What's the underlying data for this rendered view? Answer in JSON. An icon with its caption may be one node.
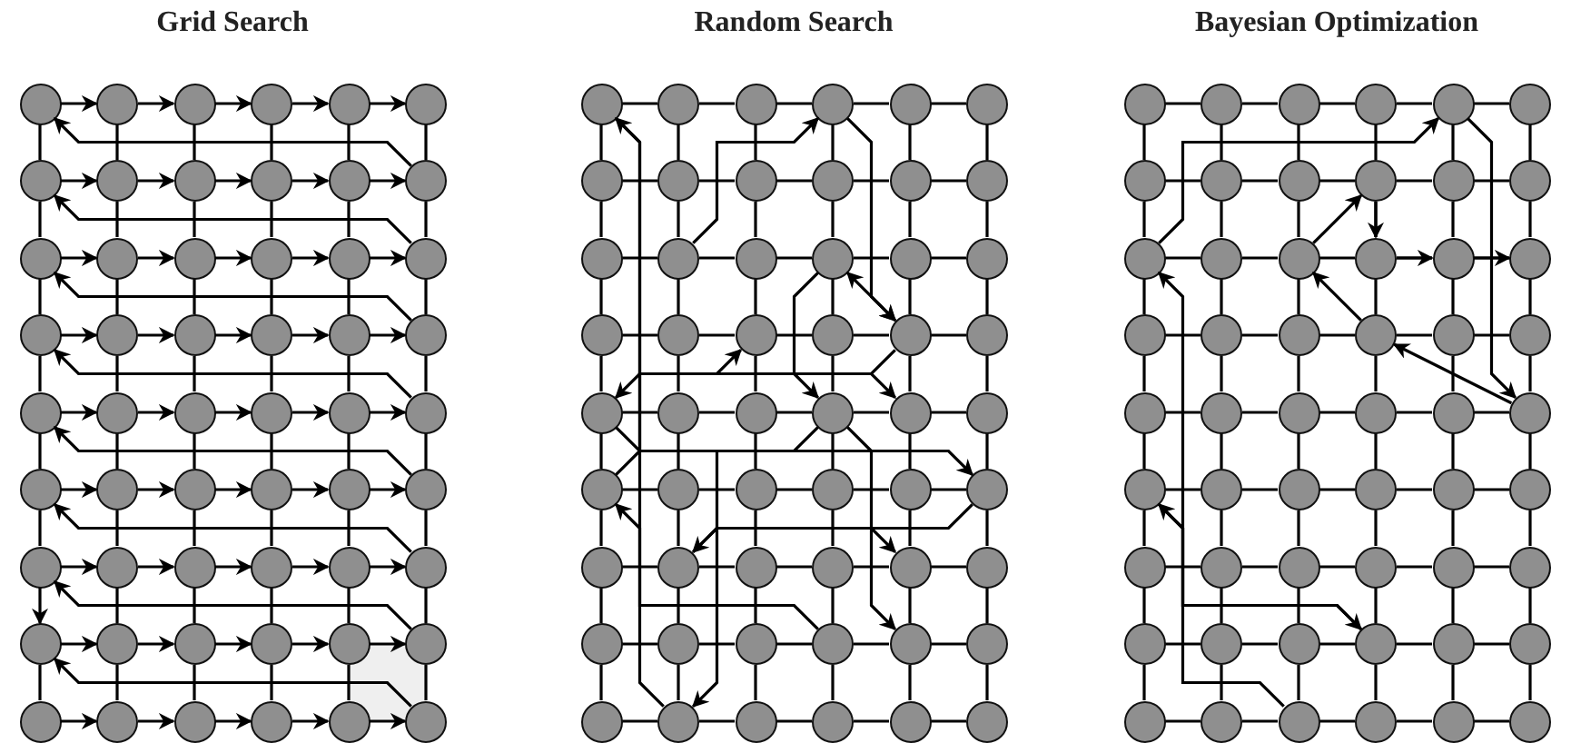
{
  "diagram": {
    "nodes": [
      {
        "text": [],
        "shape": "circle"
      },
      {
        "text": [],
        "shape": "circle"
      },
      {
        "text": [],
        "shape": "circle"
      },
      {
        "text": [],
        "shape": "circle"
      },
      {
        "text": [],
        "shape": "circle"
      },
      {
        "text": [],
        "shape": "circle"
      },
      {
        "text": [],
        "shape": "circle"
      },
      {
        "text": [],
        "shape": "circle"
      },
      {
        "text": [],
        "shape": "circle"
      },
      {
        "text": [],
        "shape": "circle"
      },
      {
        "text": [],
        "shape": "circle"
      },
      {
        "text": [],
        "shape": "circle"
      },
      {
        "text": [],
        "shape": "circle"
      },
      {
        "text": [],
        "shape": "circle"
      },
      {
        "text": [],
        "shape": "circle"
      },
      {
        "text": [],
        "shape": "circle"
      },
      {
        "text": [],
        "shape": "circle"
      },
      {
        "text": [],
        "shape": "circle"
      },
      {
        "text": [],
        "shape": "circle"
      },
      {
        "text": [],
        "shape": "circle"
      },
      {
        "text": [],
        "shape": "circle"
      },
      {
        "text": [],
        "shape": "circle"
      },
      {
        "text": [],
        "shape": "circle"
      },
      {
        "text": [],
        "shape": "circle"
      },
      {
        "text": [],
        "shape": "circle"
      },
      {
        "text": [],
        "shape": "circle"
      },
      {
        "text": [],
        "shape": "circle"
      },
      {
        "text": [],
        "shape": "circle"
      },
      {
        "text": [],
        "shape": "circle"
      },
      {
        "text": [],
        "shape": "circle"
      },
      {
        "text": [],
        "shape": "circle"
      },
      {
        "text": [],
        "shape": "circle"
      },
      {
        "text": [],
        "shape": "circle"
      },
      {
        "text": [],
        "shape": "circle"
      },
      {
        "text": [],
        "shape": "circle"
      },
      {
        "text": [],
        "shape": "circle"
      },
      {
        "text": [],
        "shape": "circle"
      },
      {
        "text": [],
        "shape": "circle"
      },
      {
        "text": [],
        "shape": "circle"
      },
      {
        "text": [],
        "shape": "circle"
      },
      {
        "text": [],
        "shape": "circle"
      },
      {
        "text": [],
        "shape": "circle"
      },
      {
        "text": [],
        "shape": "circle"
      },
      {
        "text": [],
        "shape": "circle"
      },
      {
        "text": [],
        "shape": "circle"
      },
      {
        "text": [],
        "shape": "circle"
      },
      {
        "text": [],
        "shape": "circle"
      },
      {
        "text": [],
        "shape": "circle"
      },
      {
        "text": [],
        "shape": "circle"
      },
      {
        "text": [],
        "shape": "circle"
      },
      {
        "text": [],
        "shape": "circle"
      },
      {
        "text": [],
        "shape": "circle"
      },
      {
        "text": [],
        "shape": "circle"
      },
      {
        "text": [],
        "shape": "circle"
      },
      {
        "text": [],
        "shape": "circle"
      },
      {
        "text": [],
        "shape": "circle"
      },
      {
        "text": [],
        "shape": "circle"
      },
      {
        "text": [],
        "shape": "circle"
      },
      {
        "text": [],
        "shape": "circle"
      },
      {
        "text": [],
        "shape": "circle"
      },
      {
        "text": [],
        "shape": "circle"
      },
      {
        "text": [],
        "shape": "circle"
      },
      {
        "text": [],
        "shape": "circle"
      },
      {
        "text": [],
        "shape": "circle"
      },
      {
        "text": [],
        "shape": "circle"
      },
      {
        "text": [],
        "shape": "circle"
      },
      {
        "text": [],
        "shape": "circle"
      },
      {
        "text": [],
        "shape": "circle"
      },
      {
        "text": [],
        "shape": "circle"
      },
      {
        "text": [],
        "shape": "circle"
      },
      {
        "text": [],
        "shape": "circle"
      },
      {
        "text": [],
        "shape": "circle"
      },
      {
        "text": [],
        "shape": "circle"
      },
      {
        "text": [],
        "shape": "circle"
      },
      {
        "text": [],
        "shape": "circle"
      },
      {
        "text": [],
        "shape": "circle"
      },
      {
        "text": [],
        "shape": "circle"
      },
      {
        "text": [],
        "shape": "circle"
      },
      {
        "text": [],
        "shape": "circle"
      },
      {
        "text": [],
        "shape": "circle"
      },
      {
        "text": [],
        "shape": "circle"
      },
      {
        "text": [],
        "shape": "circle"
      },
      {
        "text": [],
        "shape": "circle"
      },
      {
        "text": [],
        "shape": "circle"
      },
      {
        "text": [],
        "shape": "circle"
      },
      {
        "text": [],
        "shape": "circle"
      },
      {
        "text": [],
        "shape": "circle"
      },
      {
        "text": [],
        "shape": "circle"
      },
      {
        "text": [],
        "shape": "circle"
      },
      {
        "text": [],
        "shape": "circle"
      },
      {
        "text": [],
        "shape": "circle"
      },
      {
        "text": [],
        "shape": "circle"
      },
      {
        "text": [],
        "shape": "circle"
      },
      {
        "text": [],
        "shape": "circle"
      },
      {
        "text": [],
        "shape": "circle"
      },
      {
        "text": [],
        "shape": "circle"
      },
      {
        "text": [],
        "shape": "circle"
      },
      {
        "text": [],
        "shape": "circle"
      },
      {
        "text": [],
        "shape": "circle"
      },
      {
        "text": [],
        "shape": "circle"
      },
      {
        "text": [],
        "shape": "circle"
      },
      {
        "text": [],
        "shape": "circle"
      },
      {
        "text": [],
        "shape": "circle"
      },
      {
        "text": [],
        "shape": "circle"
      },
      {
        "text": [],
        "shape": "circle"
      },
      {
        "text": [],
        "shape": "circle"
      },
      {
        "text": [],
        "shape": "circle"
      },
      {
        "text": [],
        "shape": "circle"
      },
      {
        "text": [],
        "shape": "circle"
      },
      {
        "text": [],
        "shape": "circle"
      },
      {
        "text": [],
        "shape": "circle"
      },
      {
        "text": [],
        "shape": "circle"
      },
      {
        "text": [],
        "shape": "circle"
      },
      {
        "text": [],
        "shape": "circle"
      },
      {
        "text": [],
        "shape": "circle"
      },
      {
        "text": [],
        "shape": "circle"
      },
      {
        "text": [],
        "shape": "circle"
      },
      {
        "text": [],
        "shape": "circle"
      },
      {
        "text": [],
        "shape": "circle"
      },
      {
        "text": [],
        "shape": "circle"
      },
      {
        "text": [],
        "shape": "circle"
      },
      {
        "text": [],
        "shape": "circle"
      },
      {
        "text": [],
        "shape": "circle"
      },
      {
        "text": [],
        "shape": "circle"
      },
      {
        "text": [],
        "shape": "circle"
      },
      {
        "text": [],
        "shape": "circle"
      },
      {
        "text": [],
        "shape": "circle"
      },
      {
        "text": [],
        "shape": "circle"
      },
      {
        "text": [],
        "shape": "circle"
      },
      {
        "text": [],
        "shape": "circle"
      },
      {
        "text": [],
        "shape": "circle"
      },
      {
        "text": [],
        "shape": "circle"
      },
      {
        "text": [],
        "shape": "circle"
      },
      {
        "text": [],
        "shape": "circle"
      },
      {
        "text": [],
        "shape": "circle"
      },
      {
        "text": [],
        "shape": "circle"
      },
      {
        "text": [],
        "shape": "circle"
      },
      {
        "text": [],
        "shape": "circle"
      },
      {
        "text": [],
        "shape": "circle"
      },
      {
        "text": [],
        "shape": "circle"
      },
      {
        "text": [],
        "shape": "circle"
      },
      {
        "text": [],
        "shape": "circle"
      },
      {
        "text": [],
        "shape": "circle"
      },
      {
        "text": [],
        "shape": "circle"
      },
      {
        "text": [],
        "shape": "circle"
      },
      {
        "text": [],
        "shape": "circle"
      },
      {
        "text": [],
        "shape": "circle"
      },
      {
        "text": [],
        "shape": "circle"
      },
      {
        "text": [],
        "shape": "circle"
      },
      {
        "text": [],
        "shape": "circle"
      },
      {
        "text": [],
        "shape": "circle"
      },
      {
        "text": [],
        "shape": "circle"
      },
      {
        "text": [],
        "shape": "circle"
      },
      {
        "text": [],
        "shape": "circle"
      },
      {
        "text": [],
        "shape": "circle"
      },
      {
        "text": [],
        "shape": "circle"
      },
      {
        "text": [],
        "shape": "circle"
      },
      {
        "text": [],
        "shape": "circle"
      },
      {
        "text": [],
        "shape": "circle"
      },
      {
        "text": [],
        "shape": "circle"
      },
      {
        "text": [],
        "shape": "circle"
      },
      {
        "text": [],
        "shape": "circle"
      }
    ],
    "edges": [
      {
        "from": 0,
        "to": 1,
        "arrow": "to"
      },
      {
        "from": 1,
        "to": 2,
        "arrow": "to"
      },
      {
        "from": 2,
        "to": 3,
        "arrow": "to"
      },
      {
        "from": 3,
        "to": 4,
        "arrow": "to"
      },
      {
        "from": 4,
        "to": 5,
        "arrow": "to"
      },
      {
        "from": 6,
        "to": 7,
        "arrow": "to"
      },
      {
        "from": 7,
        "to": 8,
        "arrow": "to"
      },
      {
        "from": 8,
        "to": 9,
        "arrow": "to"
      },
      {
        "from": 9,
        "to": 10,
        "arrow": "to"
      },
      {
        "from": 10,
        "to": 11,
        "arrow": "to"
      },
      {
        "from": 12,
        "to": 13,
        "arrow": "to"
      },
      {
        "from": 13,
        "to": 14,
        "arrow": "to"
      },
      {
        "from": 14,
        "to": 15,
        "arrow": "to"
      },
      {
        "from": 15,
        "to": 16,
        "arrow": "to"
      },
      {
        "from": 16,
        "to": 17,
        "arrow": "to"
      },
      {
        "from": 18,
        "to": 19,
        "arrow": "to"
      },
      {
        "from": 19,
        "to": 20,
        "arrow": "to"
      },
      {
        "from": 20,
        "to": 21,
        "arrow": "to"
      },
      {
        "from": 21,
        "to": 22,
        "arrow": "to"
      },
      {
        "from": 22,
        "to": 23,
        "arrow": "to"
      },
      {
        "from": 24,
        "to": 25,
        "arrow": "to"
      },
      {
        "from": 25,
        "to": 26,
        "arrow": "to"
      },
      {
        "from": 26,
        "to": 27,
        "arrow": "to"
      },
      {
        "from": 27,
        "to": 28,
        "arrow": "to"
      },
      {
        "from": 28,
        "to": 29,
        "arrow": "to"
      },
      {
        "from": 30,
        "to": 31,
        "arrow": "to"
      },
      {
        "from": 31,
        "to": 32,
        "arrow": "to"
      },
      {
        "from": 32,
        "to": 33,
        "arrow": "to"
      },
      {
        "from": 33,
        "to": 34,
        "arrow": "to"
      },
      {
        "from": 34,
        "to": 35,
        "arrow": "to"
      },
      {
        "from": 36,
        "to": 37,
        "arrow": "to"
      },
      {
        "from": 37,
        "to": 38,
        "arrow": "to"
      },
      {
        "from": 38,
        "to": 39,
        "arrow": "to"
      },
      {
        "from": 39,
        "to": 40,
        "arrow": "to"
      },
      {
        "from": 40,
        "to": 41,
        "arrow": "to"
      },
      {
        "from": 42,
        "to": 43,
        "arrow": "to"
      },
      {
        "from": 43,
        "to": 44,
        "arrow": "to"
      },
      {
        "from": 44,
        "to": 45,
        "arrow": "to"
      },
      {
        "from": 45,
        "to": 46,
        "arrow": "to"
      },
      {
        "from": 46,
        "to": 47,
        "arrow": "to"
      },
      {
        "from": 48,
        "to": 49,
        "arrow": "to"
      },
      {
        "from": 49,
        "to": 50,
        "arrow": "to"
      },
      {
        "from": 50,
        "to": 51,
        "arrow": "to"
      },
      {
        "from": 51,
        "to": 52,
        "arrow": "to"
      },
      {
        "from": 52,
        "to": 53,
        "arrow": "to"
      },
      {
        "from": 11,
        "to": 0,
        "arrow": "to"
      },
      {
        "from": 17,
        "to": 6,
        "arrow": "to"
      },
      {
        "from": 23,
        "to": 12,
        "arrow": "to"
      },
      {
        "from": 29,
        "to": 18,
        "arrow": "to"
      },
      {
        "from": 35,
        "to": 24,
        "arrow": "to"
      },
      {
        "from": 41,
        "to": 30,
        "arrow": "to"
      },
      {
        "from": 47,
        "to": 36,
        "arrow": "to"
      },
      {
        "from": 53,
        "to": 42,
        "arrow": "to"
      },
      {
        "from": 36,
        "to": 42,
        "arrow": "to"
      },
      {
        "from": 0,
        "to": 6,
        "arrow": "none"
      },
      {
        "from": 1,
        "to": 7,
        "arrow": "none"
      },
      {
        "from": 2,
        "to": 8,
        "arrow": "none"
      },
      {
        "from": 3,
        "to": 9,
        "arrow": "none"
      },
      {
        "from": 4,
        "to": 10,
        "arrow": "none"
      },
      {
        "from": 5,
        "to": 11,
        "arrow": "none"
      },
      {
        "from": 6,
        "to": 12,
        "arrow": "none"
      },
      {
        "from": 7,
        "to": 13,
        "arrow": "none"
      },
      {
        "from": 8,
        "to": 14,
        "arrow": "none"
      },
      {
        "from": 9,
        "to": 15,
        "arrow": "none"
      },
      {
        "from": 10,
        "to": 16,
        "arrow": "none"
      },
      {
        "from": 11,
        "to": 17,
        "arrow": "none"
      },
      {
        "from": 12,
        "to": 18,
        "arrow": "none"
      },
      {
        "from": 13,
        "to": 19,
        "arrow": "none"
      },
      {
        "from": 14,
        "to": 20,
        "arrow": "none"
      },
      {
        "from": 15,
        "to": 21,
        "arrow": "none"
      },
      {
        "from": 16,
        "to": 22,
        "arrow": "none"
      },
      {
        "from": 17,
        "to": 23,
        "arrow": "none"
      },
      {
        "from": 18,
        "to": 24,
        "arrow": "none"
      },
      {
        "from": 19,
        "to": 25,
        "arrow": "none"
      },
      {
        "from": 20,
        "to": 26,
        "arrow": "none"
      },
      {
        "from": 21,
        "to": 27,
        "arrow": "none"
      },
      {
        "from": 22,
        "to": 28,
        "arrow": "none"
      },
      {
        "from": 23,
        "to": 29,
        "arrow": "none"
      },
      {
        "from": 24,
        "to": 30,
        "arrow": "none"
      },
      {
        "from": 25,
        "to": 31,
        "arrow": "none"
      },
      {
        "from": 26,
        "to": 32,
        "arrow": "none"
      },
      {
        "from": 27,
        "to": 33,
        "arrow": "none"
      },
      {
        "from": 28,
        "to": 34,
        "arrow": "none"
      },
      {
        "from": 29,
        "to": 35,
        "arrow": "none"
      },
      {
        "from": 30,
        "to": 36,
        "arrow": "none"
      },
      {
        "from": 31,
        "to": 37,
        "arrow": "none"
      },
      {
        "from": 32,
        "to": 38,
        "arrow": "none"
      },
      {
        "from": 33,
        "to": 39,
        "arrow": "none"
      },
      {
        "from": 34,
        "to": 40,
        "arrow": "none"
      },
      {
        "from": 35,
        "to": 41,
        "arrow": "none"
      },
      {
        "from": 37,
        "to": 43,
        "arrow": "none"
      },
      {
        "from": 38,
        "to": 44,
        "arrow": "none"
      },
      {
        "from": 39,
        "to": 45,
        "arrow": "none"
      },
      {
        "from": 40,
        "to": 46,
        "arrow": "none"
      },
      {
        "from": 41,
        "to": 47,
        "arrow": "none"
      },
      {
        "from": 42,
        "to": 48,
        "arrow": "none"
      },
      {
        "from": 43,
        "to": 49,
        "arrow": "none"
      },
      {
        "from": 44,
        "to": 50,
        "arrow": "none"
      },
      {
        "from": 45,
        "to": 51,
        "arrow": "none"
      },
      {
        "from": 46,
        "to": 52,
        "arrow": "none"
      },
      {
        "from": 47,
        "to": 53,
        "arrow": "none"
      },
      {
        "from": 54,
        "to": 55,
        "arrow": "none"
      },
      {
        "from": 55,
        "to": 56,
        "arrow": "none"
      },
      {
        "from": 56,
        "to": 57,
        "arrow": "none"
      },
      {
        "from": 57,
        "to": 58,
        "arrow": "none"
      },
      {
        "from": 58,
        "to": 59,
        "arrow": "none"
      },
      {
        "from": 60,
        "to": 61,
        "arrow": "none"
      },
      {
        "from": 61,
        "to": 62,
        "arrow": "none"
      },
      {
        "from": 62,
        "to": 63,
        "arrow": "none"
      },
      {
        "from": 63,
        "to": 64,
        "arrow": "none"
      },
      {
        "from": 64,
        "to": 65,
        "arrow": "none"
      },
      {
        "from": 66,
        "to": 67,
        "arrow": "none"
      },
      {
        "from": 67,
        "to": 68,
        "arrow": "none"
      },
      {
        "from": 68,
        "to": 69,
        "arrow": "none"
      },
      {
        "from": 69,
        "to": 70,
        "arrow": "none"
      },
      {
        "from": 70,
        "to": 71,
        "arrow": "none"
      },
      {
        "from": 72,
        "to": 73,
        "arrow": "none"
      },
      {
        "from": 73,
        "to": 74,
        "arrow": "none"
      },
      {
        "from": 74,
        "to": 75,
        "arrow": "none"
      },
      {
        "from": 75,
        "to": 76,
        "arrow": "none"
      },
      {
        "from": 76,
        "to": 77,
        "arrow": "none"
      },
      {
        "from": 78,
        "to": 79,
        "arrow": "none"
      },
      {
        "from": 79,
        "to": 80,
        "arrow": "none"
      },
      {
        "from": 80,
        "to": 81,
        "arrow": "none"
      },
      {
        "from": 81,
        "to": 82,
        "arrow": "none"
      },
      {
        "from": 82,
        "to": 83,
        "arrow": "none"
      },
      {
        "from": 84,
        "to": 85,
        "arrow": "none"
      },
      {
        "from": 85,
        "to": 86,
        "arrow": "none"
      },
      {
        "from": 86,
        "to": 87,
        "arrow": "none"
      },
      {
        "from": 87,
        "to": 88,
        "arrow": "none"
      },
      {
        "from": 88,
        "to": 89,
        "arrow": "none"
      },
      {
        "from": 90,
        "to": 91,
        "arrow": "none"
      },
      {
        "from": 91,
        "to": 92,
        "arrow": "none"
      },
      {
        "from": 92,
        "to": 93,
        "arrow": "none"
      },
      {
        "from": 93,
        "to": 94,
        "arrow": "none"
      },
      {
        "from": 94,
        "to": 95,
        "arrow": "none"
      },
      {
        "from": 96,
        "to": 97,
        "arrow": "none"
      },
      {
        "from": 97,
        "to": 98,
        "arrow": "none"
      },
      {
        "from": 98,
        "to": 99,
        "arrow": "none"
      },
      {
        "from": 99,
        "to": 100,
        "arrow": "none"
      },
      {
        "from": 100,
        "to": 101,
        "arrow": "none"
      },
      {
        "from": 102,
        "to": 103,
        "arrow": "none"
      },
      {
        "from": 103,
        "to": 104,
        "arrow": "none"
      },
      {
        "from": 104,
        "to": 105,
        "arrow": "none"
      },
      {
        "from": 105,
        "to": 106,
        "arrow": "none"
      },
      {
        "from": 106,
        "to": 107,
        "arrow": "none"
      },
      {
        "from": 54,
        "to": 60,
        "arrow": "none"
      },
      {
        "from": 55,
        "to": 61,
        "arrow": "none"
      },
      {
        "from": 56,
        "to": 62,
        "arrow": "none"
      },
      {
        "from": 57,
        "to": 63,
        "arrow": "none"
      },
      {
        "from": 58,
        "to": 64,
        "arrow": "none"
      },
      {
        "from": 59,
        "to": 65,
        "arrow": "none"
      },
      {
        "from": 60,
        "to": 66,
        "arrow": "none"
      },
      {
        "from": 61,
        "to": 67,
        "arrow": "none"
      },
      {
        "from": 62,
        "to": 68,
        "arrow": "none"
      },
      {
        "from": 63,
        "to": 69,
        "arrow": "none"
      },
      {
        "from": 64,
        "to": 70,
        "arrow": "none"
      },
      {
        "from": 65,
        "to": 71,
        "arrow": "none"
      },
      {
        "from": 66,
        "to": 72,
        "arrow": "none"
      },
      {
        "from": 67,
        "to": 73,
        "arrow": "none"
      },
      {
        "from": 68,
        "to": 74,
        "arrow": "none"
      },
      {
        "from": 69,
        "to": 75,
        "arrow": "none"
      },
      {
        "from": 70,
        "to": 76,
        "arrow": "none"
      },
      {
        "from": 71,
        "to": 77,
        "arrow": "none"
      },
      {
        "from": 72,
        "to": 78,
        "arrow": "none"
      },
      {
        "from": 73,
        "to": 79,
        "arrow": "none"
      },
      {
        "from": 74,
        "to": 80,
        "arrow": "none"
      },
      {
        "from": 75,
        "to": 81,
        "arrow": "none"
      },
      {
        "from": 76,
        "to": 82,
        "arrow": "none"
      },
      {
        "from": 77,
        "to": 83,
        "arrow": "none"
      },
      {
        "from": 78,
        "to": 84,
        "arrow": "none"
      },
      {
        "from": 79,
        "to": 85,
        "arrow": "none"
      },
      {
        "from": 80,
        "to": 86,
        "arrow": "none"
      },
      {
        "from": 81,
        "to": 87,
        "arrow": "none"
      },
      {
        "from": 82,
        "to": 88,
        "arrow": "none"
      },
      {
        "from": 83,
        "to": 89,
        "arrow": "none"
      },
      {
        "from": 84,
        "to": 90,
        "arrow": "none"
      },
      {
        "from": 85,
        "to": 91,
        "arrow": "none"
      },
      {
        "from": 86,
        "to": 92,
        "arrow": "none"
      },
      {
        "from": 87,
        "to": 93,
        "arrow": "none"
      },
      {
        "from": 88,
        "to": 94,
        "arrow": "none"
      },
      {
        "from": 89,
        "to": 95,
        "arrow": "none"
      },
      {
        "from": 90,
        "to": 96,
        "arrow": "none"
      },
      {
        "from": 91,
        "to": 97,
        "arrow": "none"
      },
      {
        "from": 92,
        "to": 98,
        "arrow": "none"
      },
      {
        "from": 93,
        "to": 99,
        "arrow": "none"
      },
      {
        "from": 94,
        "to": 100,
        "arrow": "none"
      },
      {
        "from": 95,
        "to": 101,
        "arrow": "none"
      },
      {
        "from": 96,
        "to": 102,
        "arrow": "none"
      },
      {
        "from": 97,
        "to": 103,
        "arrow": "none"
      },
      {
        "from": 98,
        "to": 104,
        "arrow": "none"
      },
      {
        "from": 99,
        "to": 105,
        "arrow": "none"
      },
      {
        "from": 100,
        "to": 106,
        "arrow": "none"
      },
      {
        "from": 101,
        "to": 107,
        "arrow": "none"
      },
      {
        "from": 103,
        "to": 54,
        "arrow": "to"
      },
      {
        "from": 54,
        "to": 82,
        "arrow": "to"
      },
      {
        "from": 67,
        "to": 57,
        "arrow": "to"
      },
      {
        "from": 57,
        "to": 76,
        "arrow": "to"
      },
      {
        "from": 76,
        "to": 69,
        "arrow": "both"
      },
      {
        "from": 76,
        "to": 78,
        "arrow": "to"
      },
      {
        "from": 78,
        "to": 89,
        "arrow": "to"
      },
      {
        "from": 84,
        "to": 74,
        "arrow": "to"
      },
      {
        "from": 69,
        "to": 81,
        "arrow": "to"
      },
      {
        "from": 81,
        "to": 91,
        "arrow": "to"
      },
      {
        "from": 81,
        "to": 100,
        "arrow": "to"
      },
      {
        "from": 91,
        "to": 94,
        "arrow": "to"
      },
      {
        "from": 99,
        "to": 84,
        "arrow": "to"
      },
      {
        "from": 89,
        "to": 103,
        "arrow": "to"
      },
      {
        "from": 108,
        "to": 109,
        "arrow": "none"
      },
      {
        "from": 109,
        "to": 110,
        "arrow": "none"
      },
      {
        "from": 110,
        "to": 111,
        "arrow": "none"
      },
      {
        "from": 111,
        "to": 112,
        "arrow": "none"
      },
      {
        "from": 112,
        "to": 113,
        "arrow": "none"
      },
      {
        "from": 114,
        "to": 115,
        "arrow": "none"
      },
      {
        "from": 115,
        "to": 116,
        "arrow": "none"
      },
      {
        "from": 116,
        "to": 117,
        "arrow": "none"
      },
      {
        "from": 117,
        "to": 118,
        "arrow": "none"
      },
      {
        "from": 118,
        "to": 119,
        "arrow": "none"
      },
      {
        "from": 120,
        "to": 121,
        "arrow": "none"
      },
      {
        "from": 121,
        "to": 122,
        "arrow": "none"
      },
      {
        "from": 122,
        "to": 123,
        "arrow": "none"
      },
      {
        "from": 123,
        "to": 124,
        "arrow": "none"
      },
      {
        "from": 124,
        "to": 125,
        "arrow": "none"
      },
      {
        "from": 126,
        "to": 127,
        "arrow": "none"
      },
      {
        "from": 127,
        "to": 128,
        "arrow": "none"
      },
      {
        "from": 128,
        "to": 129,
        "arrow": "none"
      },
      {
        "from": 129,
        "to": 130,
        "arrow": "none"
      },
      {
        "from": 130,
        "to": 131,
        "arrow": "none"
      },
      {
        "from": 132,
        "to": 133,
        "arrow": "none"
      },
      {
        "from": 133,
        "to": 134,
        "arrow": "none"
      },
      {
        "from": 134,
        "to": 135,
        "arrow": "none"
      },
      {
        "from": 135,
        "to": 136,
        "arrow": "none"
      },
      {
        "from": 136,
        "to": 137,
        "arrow": "none"
      },
      {
        "from": 138,
        "to": 139,
        "arrow": "none"
      },
      {
        "from": 139,
        "to": 140,
        "arrow": "none"
      },
      {
        "from": 140,
        "to": 141,
        "arrow": "none"
      },
      {
        "from": 141,
        "to": 142,
        "arrow": "none"
      },
      {
        "from": 142,
        "to": 143,
        "arrow": "none"
      },
      {
        "from": 144,
        "to": 145,
        "arrow": "none"
      },
      {
        "from": 145,
        "to": 146,
        "arrow": "none"
      },
      {
        "from": 146,
        "to": 147,
        "arrow": "none"
      },
      {
        "from": 147,
        "to": 148,
        "arrow": "none"
      },
      {
        "from": 148,
        "to": 149,
        "arrow": "none"
      },
      {
        "from": 150,
        "to": 151,
        "arrow": "none"
      },
      {
        "from": 151,
        "to": 152,
        "arrow": "none"
      },
      {
        "from": 152,
        "to": 153,
        "arrow": "none"
      },
      {
        "from": 153,
        "to": 154,
        "arrow": "none"
      },
      {
        "from": 154,
        "to": 155,
        "arrow": "none"
      },
      {
        "from": 156,
        "to": 157,
        "arrow": "none"
      },
      {
        "from": 157,
        "to": 158,
        "arrow": "none"
      },
      {
        "from": 158,
        "to": 159,
        "arrow": "none"
      },
      {
        "from": 159,
        "to": 160,
        "arrow": "none"
      },
      {
        "from": 160,
        "to": 161,
        "arrow": "none"
      },
      {
        "from": 108,
        "to": 114,
        "arrow": "none"
      },
      {
        "from": 109,
        "to": 115,
        "arrow": "none"
      },
      {
        "from": 110,
        "to": 116,
        "arrow": "none"
      },
      {
        "from": 111,
        "to": 117,
        "arrow": "none"
      },
      {
        "from": 112,
        "to": 118,
        "arrow": "none"
      },
      {
        "from": 113,
        "to": 119,
        "arrow": "none"
      },
      {
        "from": 114,
        "to": 120,
        "arrow": "none"
      },
      {
        "from": 115,
        "to": 121,
        "arrow": "none"
      },
      {
        "from": 116,
        "to": 122,
        "arrow": "none"
      },
      {
        "from": 117,
        "to": 123,
        "arrow": "none"
      },
      {
        "from": 118,
        "to": 124,
        "arrow": "none"
      },
      {
        "from": 119,
        "to": 125,
        "arrow": "none"
      },
      {
        "from": 120,
        "to": 126,
        "arrow": "none"
      },
      {
        "from": 121,
        "to": 127,
        "arrow": "none"
      },
      {
        "from": 122,
        "to": 128,
        "arrow": "none"
      },
      {
        "from": 123,
        "to": 129,
        "arrow": "none"
      },
      {
        "from": 124,
        "to": 130,
        "arrow": "none"
      },
      {
        "from": 125,
        "to": 131,
        "arrow": "none"
      },
      {
        "from": 126,
        "to": 132,
        "arrow": "none"
      },
      {
        "from": 127,
        "to": 133,
        "arrow": "none"
      },
      {
        "from": 128,
        "to": 134,
        "arrow": "none"
      },
      {
        "from": 129,
        "to": 135,
        "arrow": "none"
      },
      {
        "from": 130,
        "to": 136,
        "arrow": "none"
      },
      {
        "from": 131,
        "to": 137,
        "arrow": "none"
      },
      {
        "from": 132,
        "to": 138,
        "arrow": "none"
      },
      {
        "from": 133,
        "to": 139,
        "arrow": "none"
      },
      {
        "from": 134,
        "to": 140,
        "arrow": "none"
      },
      {
        "from": 135,
        "to": 141,
        "arrow": "none"
      },
      {
        "from": 136,
        "to": 142,
        "arrow": "none"
      },
      {
        "from": 137,
        "to": 143,
        "arrow": "none"
      },
      {
        "from": 138,
        "to": 144,
        "arrow": "none"
      },
      {
        "from": 139,
        "to": 145,
        "arrow": "none"
      },
      {
        "from": 140,
        "to": 146,
        "arrow": "none"
      },
      {
        "from": 141,
        "to": 147,
        "arrow": "none"
      },
      {
        "from": 142,
        "to": 148,
        "arrow": "none"
      },
      {
        "from": 143,
        "to": 149,
        "arrow": "none"
      },
      {
        "from": 144,
        "to": 150,
        "arrow": "none"
      },
      {
        "from": 145,
        "to": 151,
        "arrow": "none"
      },
      {
        "from": 146,
        "to": 152,
        "arrow": "none"
      },
      {
        "from": 147,
        "to": 153,
        "arrow": "none"
      },
      {
        "from": 148,
        "to": 154,
        "arrow": "none"
      },
      {
        "from": 149,
        "to": 155,
        "arrow": "none"
      },
      {
        "from": 150,
        "to": 156,
        "arrow": "none"
      },
      {
        "from": 151,
        "to": 157,
        "arrow": "none"
      },
      {
        "from": 152,
        "to": 158,
        "arrow": "none"
      },
      {
        "from": 153,
        "to": 159,
        "arrow": "none"
      },
      {
        "from": 154,
        "to": 160,
        "arrow": "none"
      },
      {
        "from": 155,
        "to": 161,
        "arrow": "none"
      },
      {
        "from": 158,
        "to": 138,
        "arrow": "to"
      },
      {
        "from": 138,
        "to": 153,
        "arrow": "to"
      },
      {
        "from": 153,
        "to": 120,
        "arrow": "to"
      },
      {
        "from": 120,
        "to": 112,
        "arrow": "to"
      },
      {
        "from": 112,
        "to": 137,
        "arrow": "to"
      },
      {
        "from": 137,
        "to": 129,
        "arrow": "to"
      },
      {
        "from": 129,
        "to": 122,
        "arrow": "to"
      },
      {
        "from": 122,
        "to": 117,
        "arrow": "to"
      },
      {
        "from": 117,
        "to": 123,
        "arrow": "to"
      },
      {
        "from": 123,
        "to": 124,
        "arrow": "to"
      },
      {
        "from": 124,
        "to": 125,
        "arrow": "to"
      }
    ],
    "labels": [
      "Grid Search",
      "Random Search",
      "Bayesian Optimization"
    ]
  }
}
